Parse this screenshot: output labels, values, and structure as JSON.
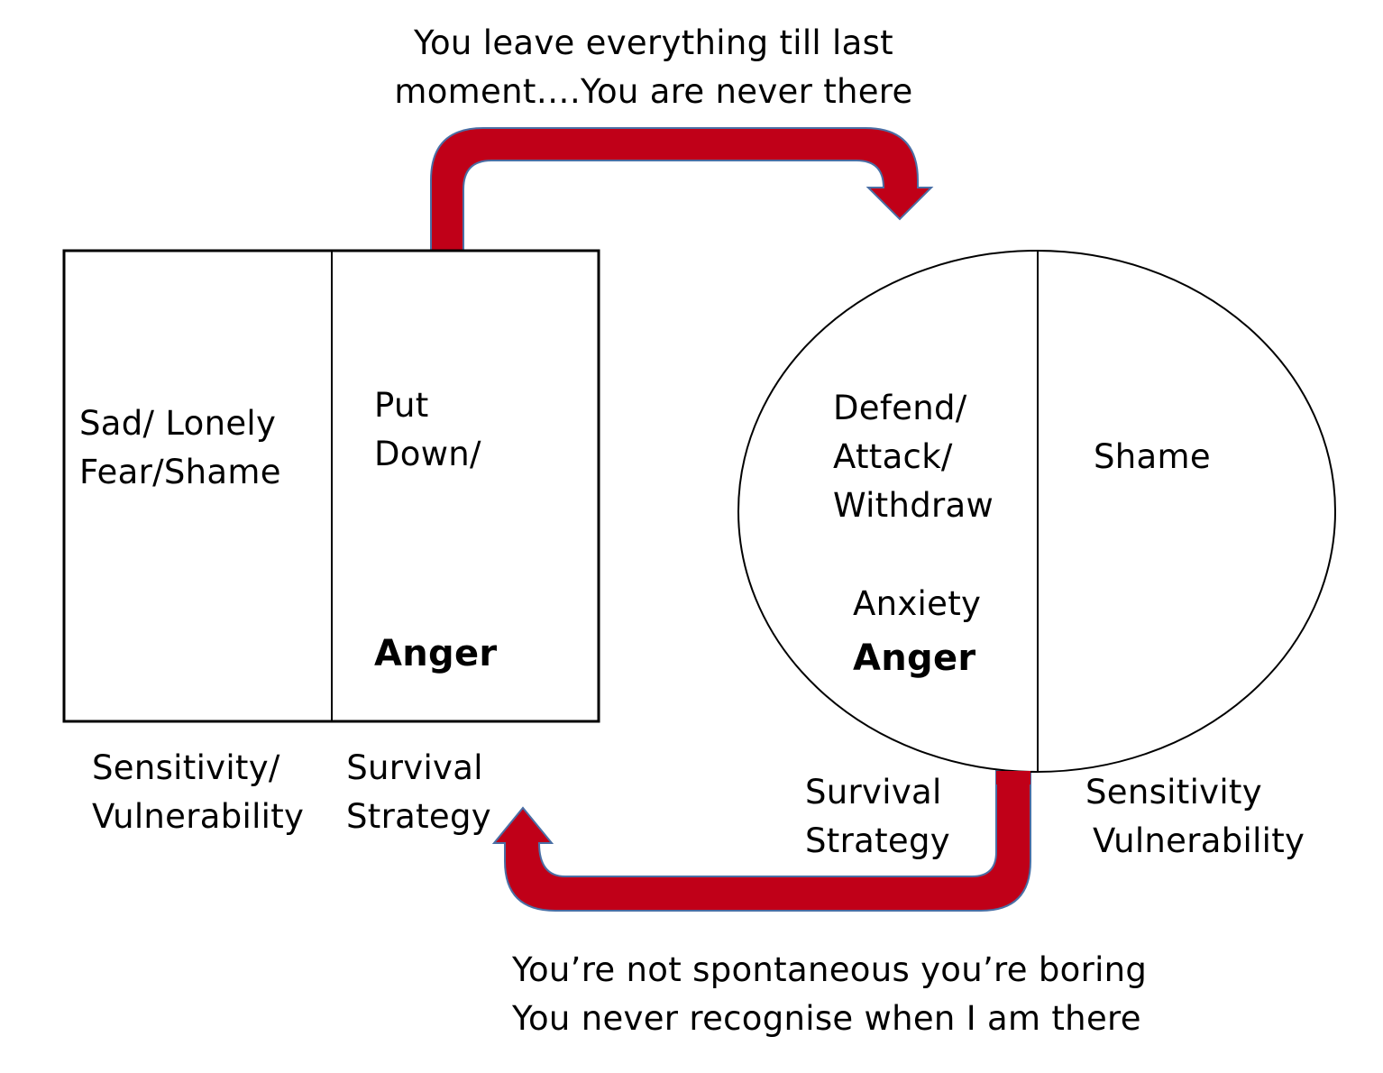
{
  "top_caption": {
    "line1": "You leave everything till last",
    "line2": "moment….You are never there"
  },
  "bottom_caption": {
    "line1": "You’re not spontaneous you’re boring",
    "line2": "You never recognise when I am there"
  },
  "left_box": {
    "left_cell": {
      "line1": "Sad/ Lonely",
      "line2": "Fear/Shame"
    },
    "right_cell": {
      "line1": "Put",
      "line2": "Down/",
      "emphasis": "Anger"
    },
    "label_left": {
      "line1": "Sensitivity/",
      "line2": "Vulnerability"
    },
    "label_right": {
      "line1": "Survival",
      "line2": "Strategy"
    }
  },
  "right_circle": {
    "left_half": {
      "line1": "Defend/",
      "line2": "Attack/",
      "line3": "Withdraw",
      "line4": "Anxiety",
      "emphasis": "Anger"
    },
    "right_half": {
      "text": "Shame"
    },
    "label_left": {
      "line1": "Survival",
      "line2": "Strategy"
    },
    "label_right": {
      "line1": "Sensitivity",
      "line2": "Vulnerability"
    }
  },
  "colors": {
    "arrow_fill": "#C00018",
    "arrow_outline": "#4A6FA5",
    "line": "#000000"
  }
}
